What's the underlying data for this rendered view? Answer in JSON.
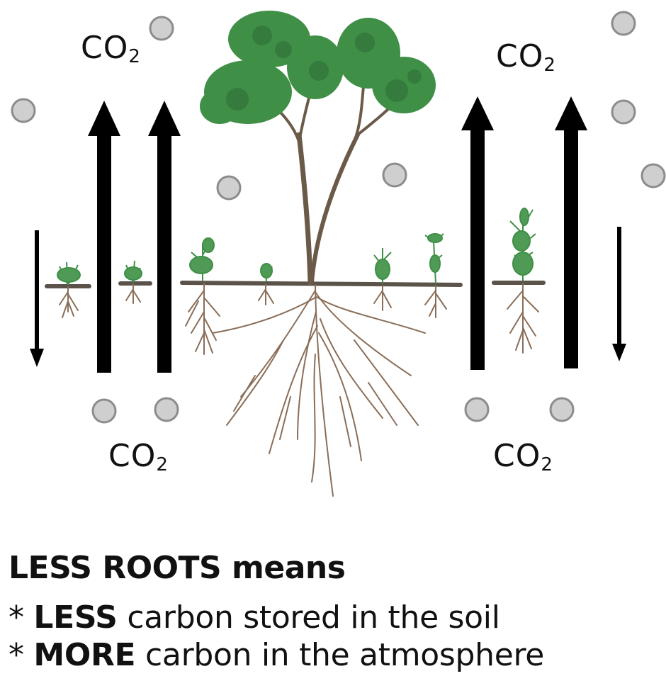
{
  "labels": {
    "co2_top_left": {
      "main": "CO",
      "sub": "2"
    },
    "co2_top_right": {
      "main": "CO",
      "sub": "2"
    },
    "co2_bottom_left": {
      "main": "CO",
      "sub": "2"
    },
    "co2_bottom_right": {
      "main": "CO",
      "sub": "2"
    }
  },
  "caption": {
    "headline": "LESS ROOTS means",
    "bullets": [
      {
        "prefix": "* ",
        "emphasis": "LESS",
        "text": " carbon stored in the soil"
      },
      {
        "prefix": "* ",
        "emphasis": "MORE",
        "text": " carbon in the atmosphere"
      }
    ]
  },
  "colors": {
    "foliage": "#3f8f47",
    "foliage_dark": "#2c6b35",
    "trunk": "#6b5a48",
    "roots": "#8a6e58",
    "soil": "#5b524a",
    "arrow": "#000000",
    "co2_dot_fill": "#cfcfcf",
    "co2_dot_stroke": "#8c8c8c"
  }
}
